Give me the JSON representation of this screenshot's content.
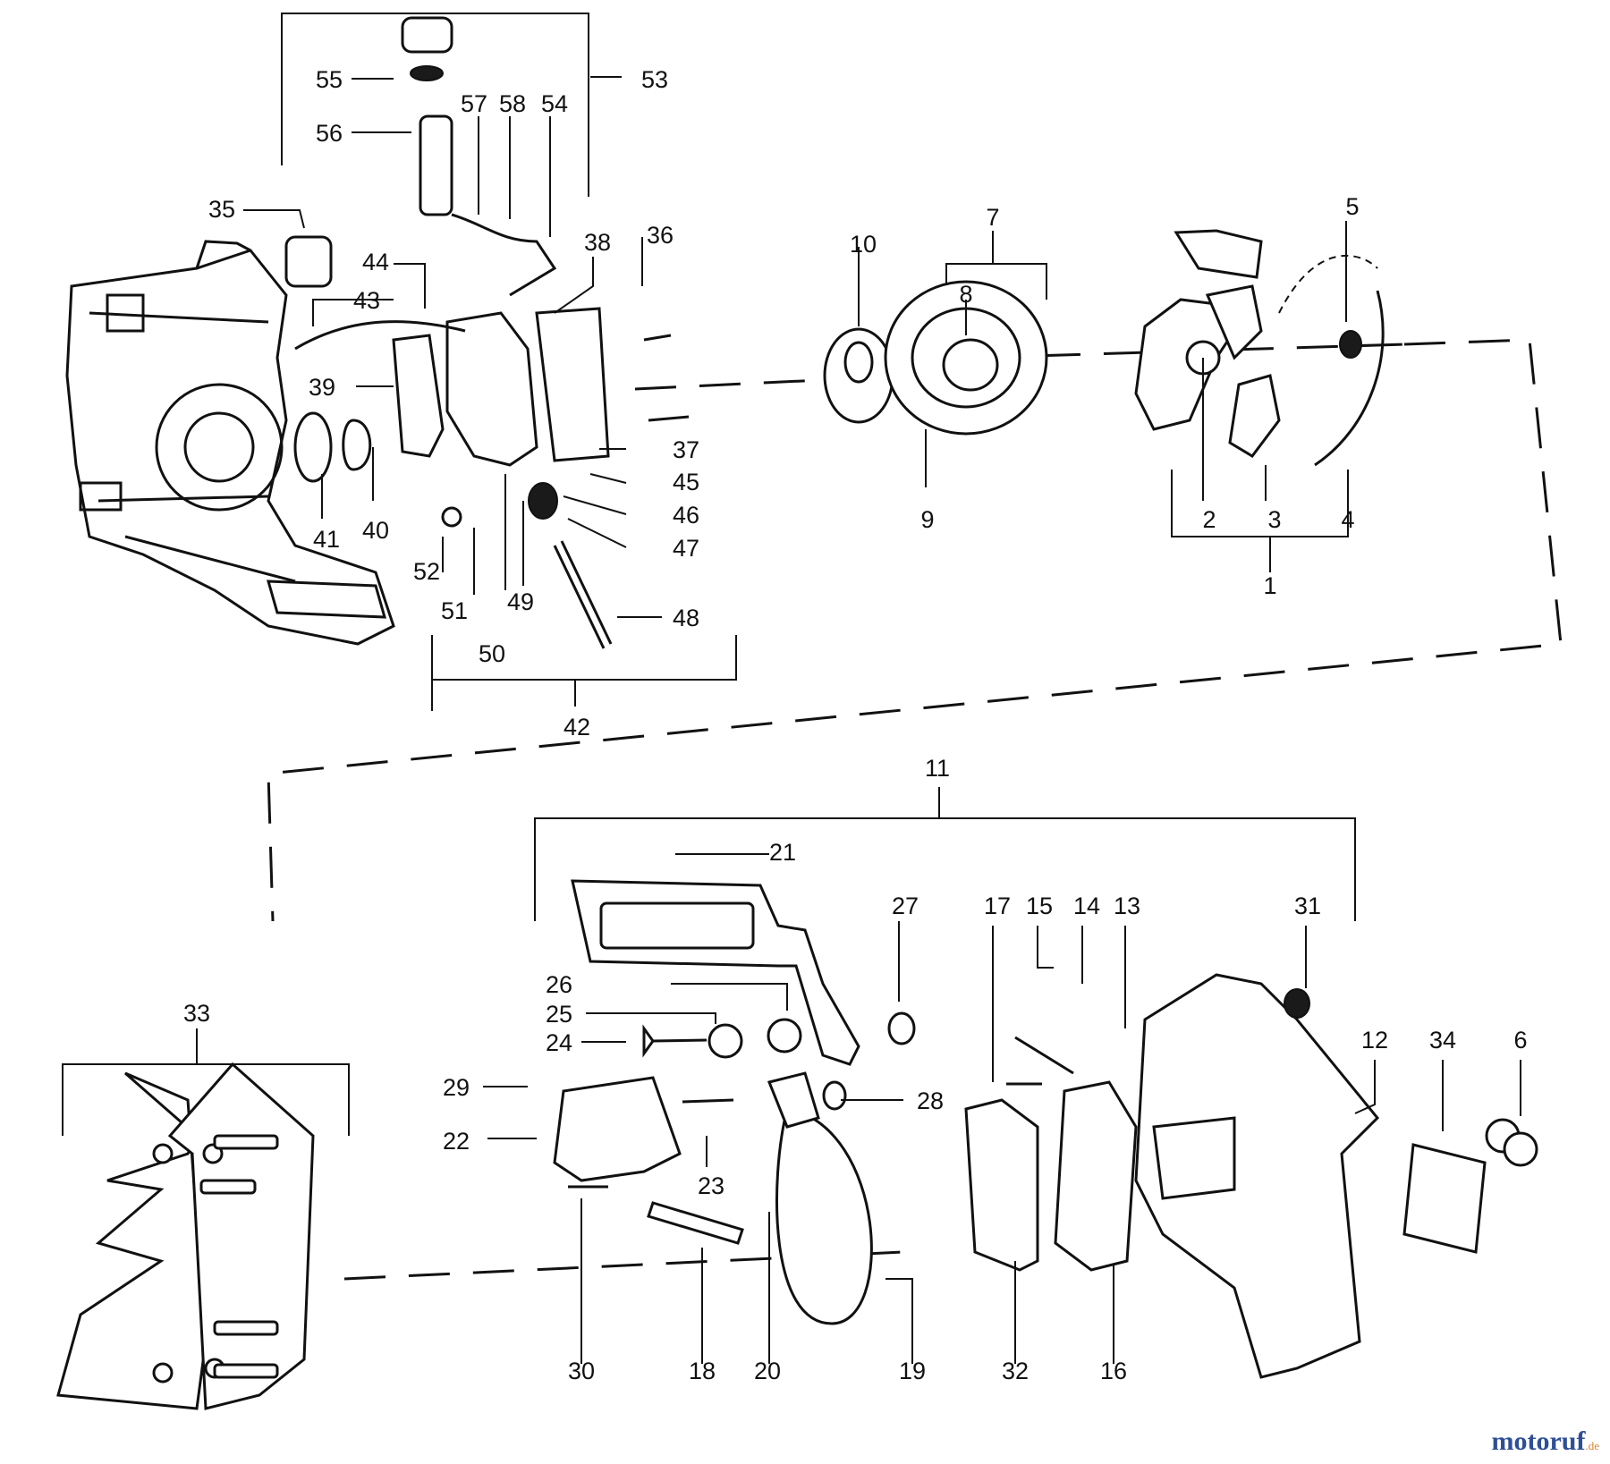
{
  "labels": [
    "1",
    "2",
    "3",
    "4",
    "5",
    "6",
    "7",
    "8",
    "9",
    "10",
    "11",
    "12",
    "13",
    "14",
    "15",
    "16",
    "17",
    "18",
    "19",
    "20",
    "21",
    "22",
    "23",
    "24",
    "25",
    "26",
    "27",
    "28",
    "29",
    "30",
    "31",
    "32",
    "33",
    "34",
    "35",
    "36",
    "37",
    "38",
    "39",
    "40",
    "41",
    "42",
    "43",
    "44",
    "45",
    "46",
    "47",
    "48",
    "49",
    "50",
    "51",
    "52",
    "53",
    "54",
    "55",
    "56",
    "57",
    "58"
  ],
  "watermark": {
    "name": "motoruf",
    "tld": ".de"
  },
  "colors": {
    "ink": "#111111",
    "brand": "#2e4f97",
    "brand_accent": "#d9832b"
  }
}
